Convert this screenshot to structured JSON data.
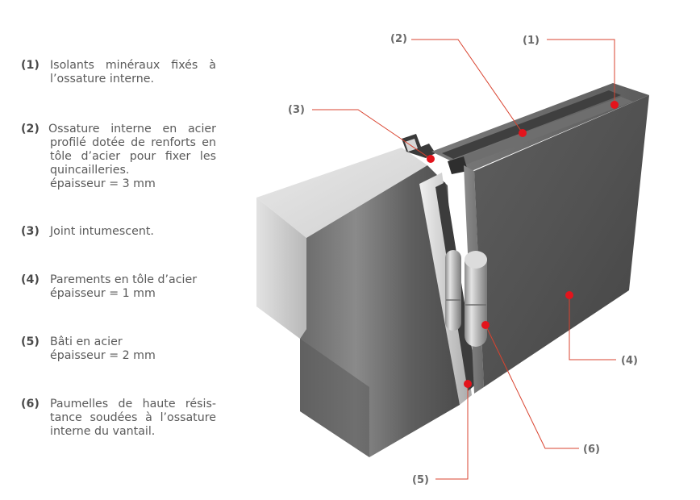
{
  "legend": [
    {
      "num": "(1)",
      "text": "Isolants minéraux fixés à l’ossature interne.",
      "sub": ""
    },
    {
      "num": "(2)",
      "text": "Ossature interne en acier profilé dotée de renforts en tôle d’acier pour fixer les quincailleries.",
      "sub": "épaisseur = 3 mm"
    },
    {
      "num": "(3)",
      "text": "Joint intumescent.",
      "sub": ""
    },
    {
      "num": "(4)",
      "text": "Parements en tôle d’acier",
      "sub": "épaisseur = 1 mm"
    },
    {
      "num": "(5)",
      "text": "Bâti en acier",
      "sub": "épaisseur = 2 mm"
    },
    {
      "num": "(6)",
      "text": "Paumelles de haute résis­tance soudées à l’ossature interne du vantail.",
      "sub": ""
    }
  ],
  "callouts": [
    "(1)",
    "(2)",
    "(3)",
    "(4)",
    "(5)",
    "(6)"
  ],
  "colors": {
    "callout_line": "#d9432f",
    "callout_dot": "#e3141c",
    "steel_dark": "#4a4a4a",
    "steel_light": "#d8d8d8"
  }
}
